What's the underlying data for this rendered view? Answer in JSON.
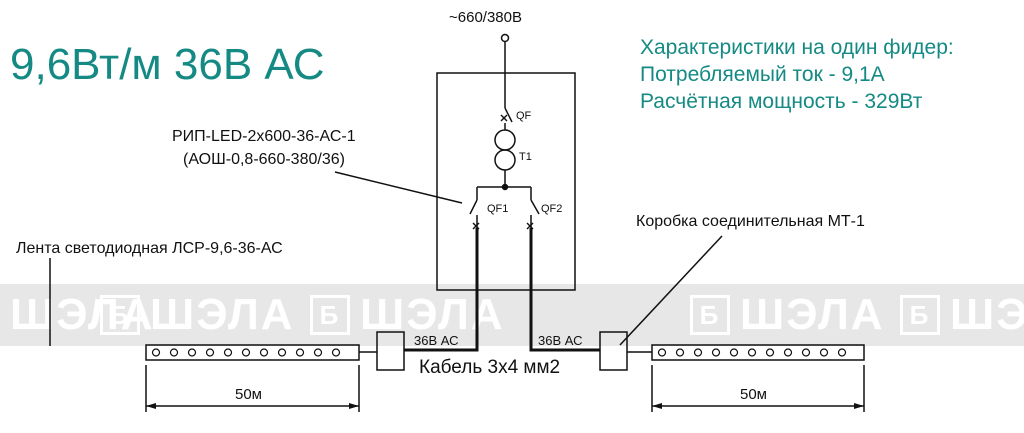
{
  "title": "9,6Вт/м 36В АС",
  "specs": {
    "line1": "Характеристики на один фидер:",
    "line2": "Потребляемый ток - 9,1А",
    "line3": "Расчётная мощность - 329Вт"
  },
  "supply_label": "~660/380В",
  "rip": {
    "line1": "РИП-LED-2х600-36-АС-1",
    "line2": "(АОШ-0,8-660-380/36)"
  },
  "components": {
    "qf": "QF",
    "t1": "T1",
    "qf1": "QF1",
    "qf2": "QF2"
  },
  "strip_label": "Лента светодиодная ЛСР-9,6-36-АС",
  "box_label": "Коробка соединительная МТ-1",
  "voltage_left": "36В АС",
  "voltage_right": "36В АС",
  "cable_label": "Кабель 3х4 мм2",
  "length_left": "50м",
  "length_right": "50м",
  "watermark": "ШЭЛА",
  "colors": {
    "accent": "#158a84",
    "line": "#111111",
    "watermark_band": "#e7e7e7"
  }
}
